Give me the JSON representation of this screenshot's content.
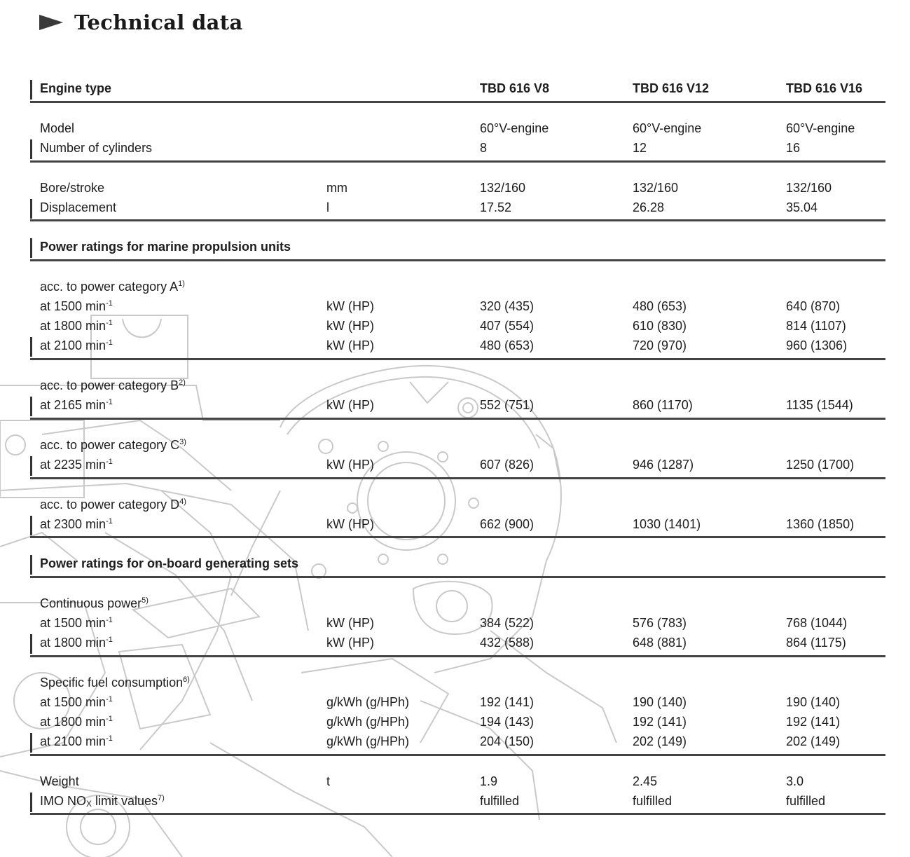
{
  "page": {
    "title": "Technical data"
  },
  "table": {
    "header": {
      "label": "Engine type",
      "unit": "",
      "v8": "TBD 616 V8",
      "v12": "TBD 616 V12",
      "v16": "TBD 616 V16"
    },
    "model": {
      "label": "Model",
      "unit": "",
      "v8": "60°V-engine",
      "v12": "60°V-engine",
      "v16": "60°V-engine"
    },
    "cylinders": {
      "label": "Number of cylinders",
      "unit": "",
      "v8": "8",
      "v12": "12",
      "v16": "16"
    },
    "bore": {
      "label": "Bore/stroke",
      "unit": "mm",
      "v8": "132/160",
      "v12": "132/160",
      "v16": "132/160"
    },
    "displacement": {
      "label": "Displacement",
      "unit": "l",
      "v8": "17.52",
      "v12": "26.28",
      "v16": "35.04"
    },
    "section_marine": "Power ratings for marine propulsion units",
    "catA": {
      "label": "acc. to power category A",
      "sup": "1)",
      "r1500": {
        "label": "at 1500 min",
        "exp": "-1",
        "unit": "kW (HP)",
        "v8": "320  (435)",
        "v12": "480  (653)",
        "v16": "640    (870)"
      },
      "r1800": {
        "label": "at 1800 min",
        "exp": "-1",
        "unit": "kW (HP)",
        "v8": "407  (554)",
        "v12": "610  (830)",
        "v16": "814  (1107)"
      },
      "r2100": {
        "label": "at 2100 min",
        "exp": "-1",
        "unit": "kW (HP)",
        "v8": "480  (653)",
        "v12": "720  (970)",
        "v16": "960  (1306)"
      }
    },
    "catB": {
      "label": "acc. to power category B",
      "sup": "2)",
      "r": {
        "label": "at 2165 min",
        "exp": "-1",
        "unit": "kW (HP)",
        "v8": "552  (751)",
        "v12": "860  (1170)",
        "v16": "1135  (1544)"
      }
    },
    "catC": {
      "label": "acc. to power category C",
      "sup": "3)",
      "r": {
        "label": "at 2235 min",
        "exp": "-1",
        "unit": "kW (HP)",
        "v8": "607  (826)",
        "v12": "946  (1287)",
        "v16": "1250  (1700)"
      }
    },
    "catD": {
      "label": "acc. to power category D",
      "sup": "4)",
      "r": {
        "label": "at 2300 min",
        "exp": "-1",
        "unit": "kW (HP)",
        "v8": "662  (900)",
        "v12": "1030  (1401)",
        "v16": "1360  (1850)"
      }
    },
    "section_gen": "Power ratings for on-board generating sets",
    "continuous": {
      "label": "Continuous power",
      "sup": "5)",
      "r1500": {
        "label": "at 1500 min",
        "exp": "-1",
        "unit": "kW (HP)",
        "v8": "384  (522)",
        "v12": "576  (783)",
        "v16": "768  (1044)"
      },
      "r1800": {
        "label": "at 1800 min",
        "exp": "-1",
        "unit": "kW (HP)",
        "v8": "432  (588)",
        "v12": "648  (881)",
        "v16": "864  (1175)"
      }
    },
    "fuel": {
      "label": "Specific fuel consumption",
      "sup": "6)",
      "r1500": {
        "label": "at 1500 min",
        "exp": "-1",
        "unit": "g/kWh (g/HPh)",
        "v8": "192  (141)",
        "v12": "190  (140)",
        "v16": "190  (140)"
      },
      "r1800": {
        "label": "at 1800 min",
        "exp": "-1",
        "unit": "g/kWh (g/HPh)",
        "v8": "194  (143)",
        "v12": "192  (141)",
        "v16": "192  (141)"
      },
      "r2100": {
        "label": "at 2100 min",
        "exp": "-1",
        "unit": "g/kWh (g/HPh)",
        "v8": "204  (150)",
        "v12": "202  (149)",
        "v16": "202  (149)"
      }
    },
    "weight": {
      "label": "Weight",
      "unit": "t",
      "v8": "1.9",
      "v12": "2.45",
      "v16": "3.0"
    },
    "imo": {
      "label_a": "IMO NO",
      "label_sub": "X",
      "label_b": " limit values",
      "sup": "7)",
      "v8": "fulfilled",
      "v12": "fulfilled",
      "v16": "fulfilled"
    }
  }
}
